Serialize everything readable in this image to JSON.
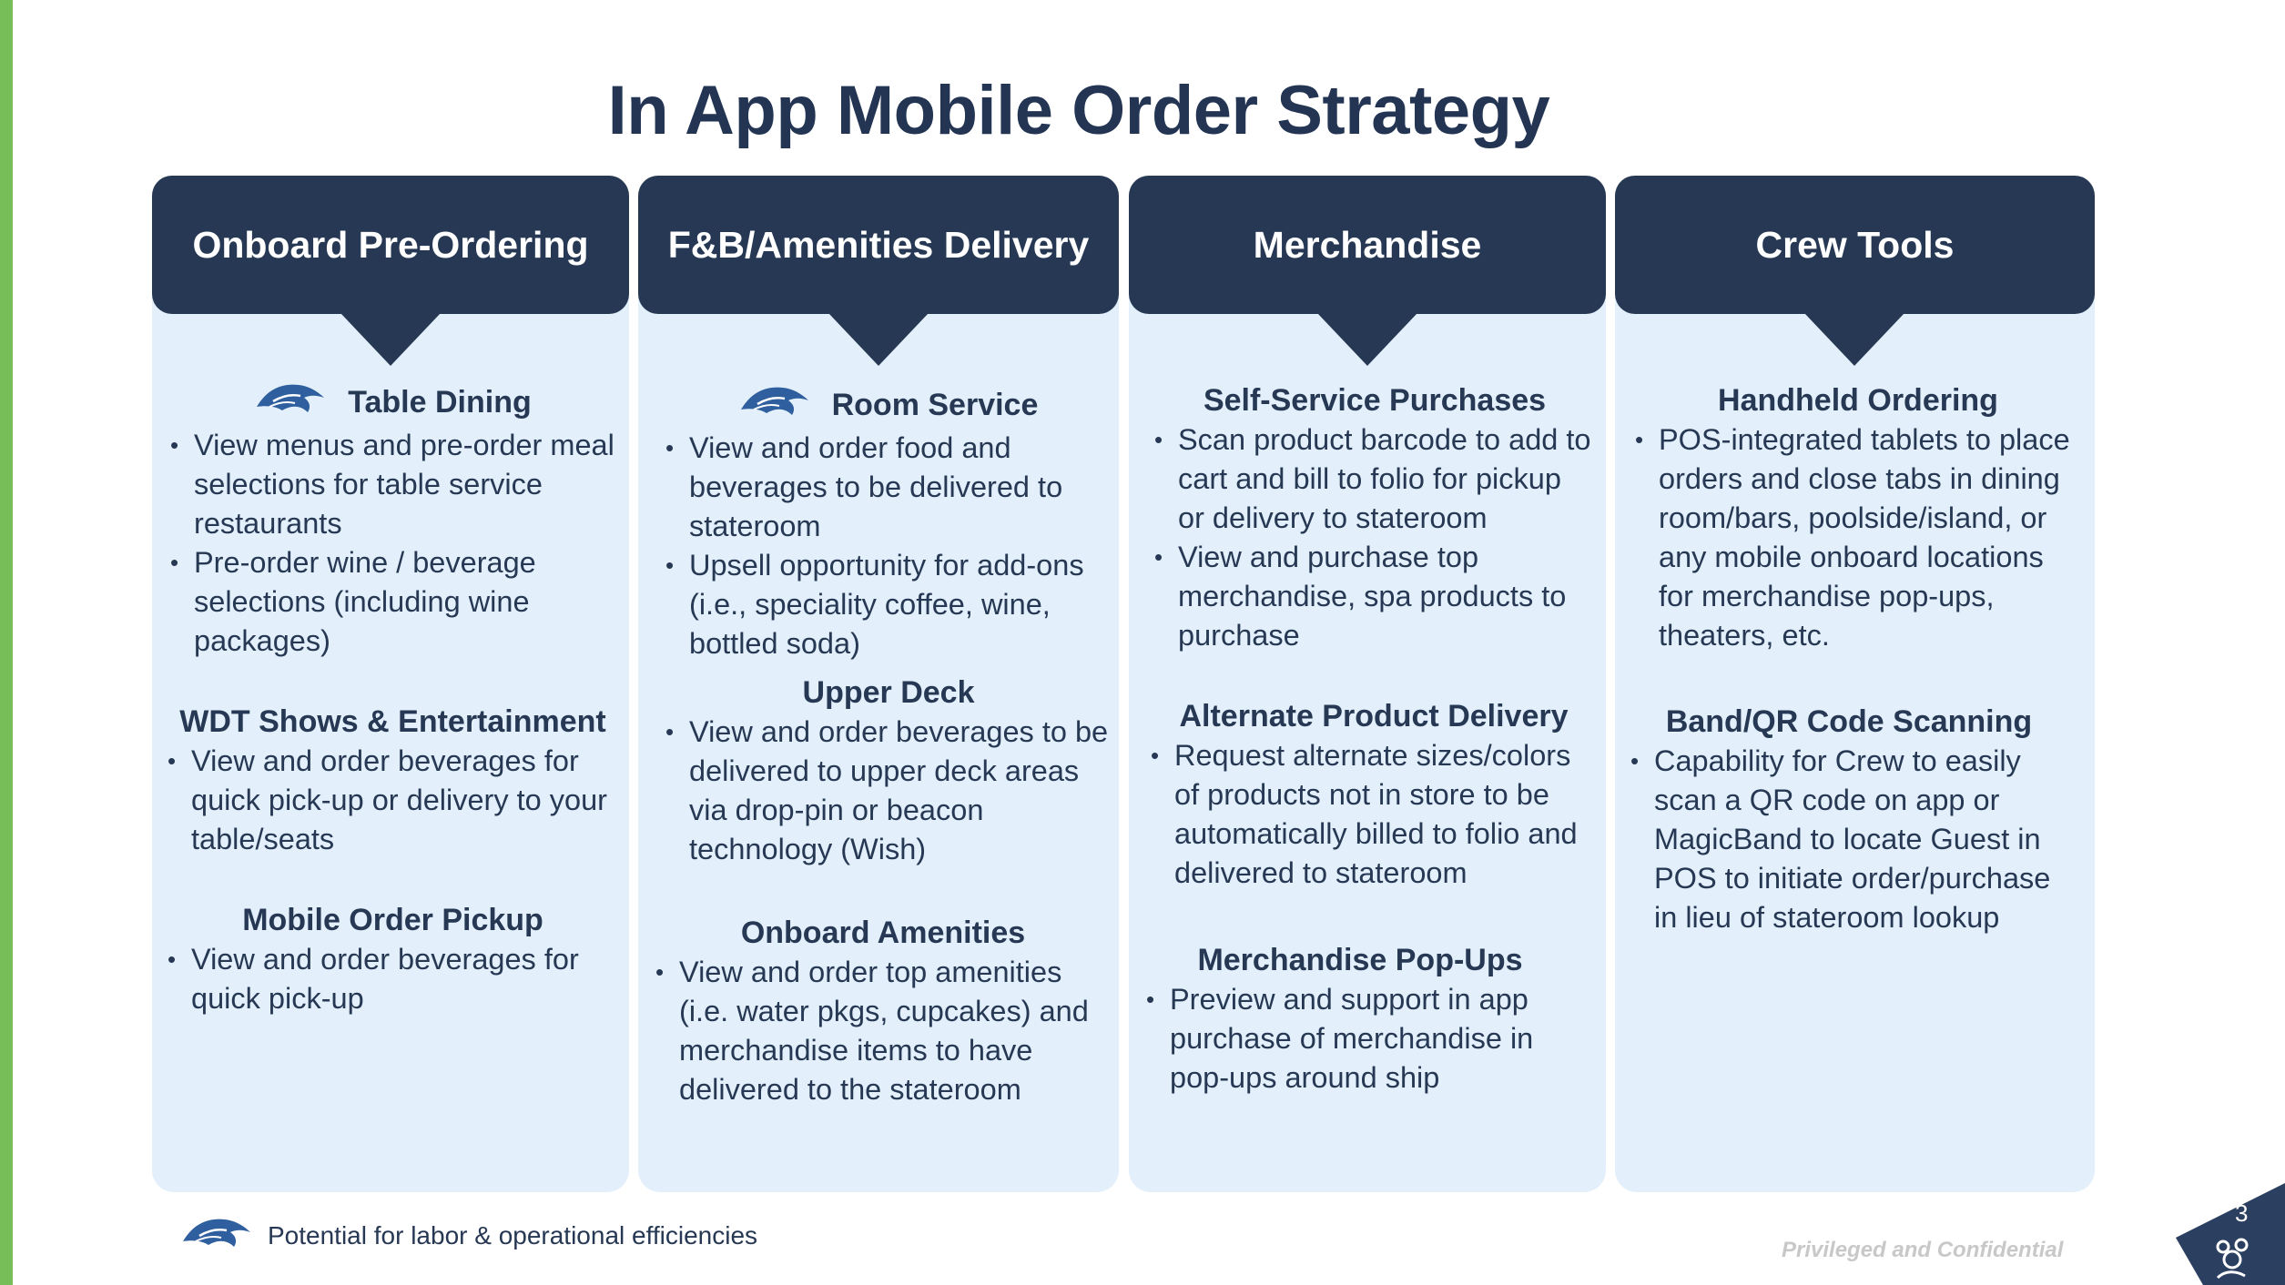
{
  "title": "In App Mobile Order Strategy",
  "columns": [
    {
      "header": "Onboard Pre-Ordering",
      "sections": [
        {
          "title": "Table Dining",
          "efficiency_icon": true,
          "bullets": [
            "View menus and pre-order meal selections for table service restaurants",
            "Pre-order wine / beverage selections (including wine packages)"
          ]
        },
        {
          "title": "WDT Shows & Entertainment",
          "efficiency_icon": false,
          "bullets": [
            "View and order beverages for quick pick-up or delivery to your table/seats"
          ]
        },
        {
          "title": "Mobile Order Pickup",
          "efficiency_icon": false,
          "bullets": [
            "View and order beverages for quick pick-up"
          ]
        }
      ]
    },
    {
      "header": "F&B/Amenities Delivery",
      "sections": [
        {
          "title": "Room Service",
          "efficiency_icon": true,
          "bullets": [
            "View and order food and beverages to be delivered to stateroom",
            "Upsell opportunity for add-ons (i.e., speciality coffee, wine, bottled soda)"
          ]
        },
        {
          "title": "Upper Deck",
          "efficiency_icon": false,
          "bullets": [
            "View and order beverages to be delivered to upper deck areas via drop-pin or beacon technology (Wish)"
          ]
        },
        {
          "title": "Onboard Amenities",
          "efficiency_icon": false,
          "bullets": [
            "View and order top amenities (i.e. water pkgs, cupcakes) and merchandise items to have delivered to the stateroom"
          ]
        }
      ]
    },
    {
      "header": "Merchandise",
      "sections": [
        {
          "title": "Self-Service Purchases",
          "efficiency_icon": false,
          "bullets": [
            "Scan product barcode to add to cart and bill to folio for pickup or delivery to stateroom",
            "View and purchase top merchandise, spa products to purchase"
          ]
        },
        {
          "title": "Alternate Product Delivery",
          "efficiency_icon": false,
          "bullets": [
            "Request alternate sizes/colors of products not in store to be automatically billed to folio and delivered to stateroom"
          ]
        },
        {
          "title": "Merchandise Pop-Ups",
          "efficiency_icon": false,
          "bullets": [
            "Preview and support in app purchase of merchandise in pop-ups around ship"
          ]
        }
      ]
    },
    {
      "header": "Crew Tools",
      "sections": [
        {
          "title": "Handheld Ordering",
          "efficiency_icon": false,
          "bullets": [
            "POS-integrated tablets to place orders and close tabs in dining room/bars, poolside/island, or any mobile onboard locations for merchandise pop-ups, theaters, etc."
          ]
        },
        {
          "title": "Band/QR Code Scanning",
          "efficiency_icon": false,
          "bullets": [
            "Capability for Crew to easily scan a QR code on app or MagicBand to locate Guest in POS to initiate order/purchase in lieu of stateroom lookup"
          ]
        }
      ]
    }
  ],
  "footnote": "Potential for labor & operational efficiencies",
  "confidential": "Privileged and Confidential",
  "page_number": "3",
  "colors": {
    "navy": "#263853",
    "panel": "#e3f0fb",
    "accent_green": "#78be58",
    "icon_blue": "#2f5f9e"
  },
  "icons": {
    "efficiency": "cruise-line-flag-icon",
    "corner": "mickey-ship-logo-icon"
  }
}
